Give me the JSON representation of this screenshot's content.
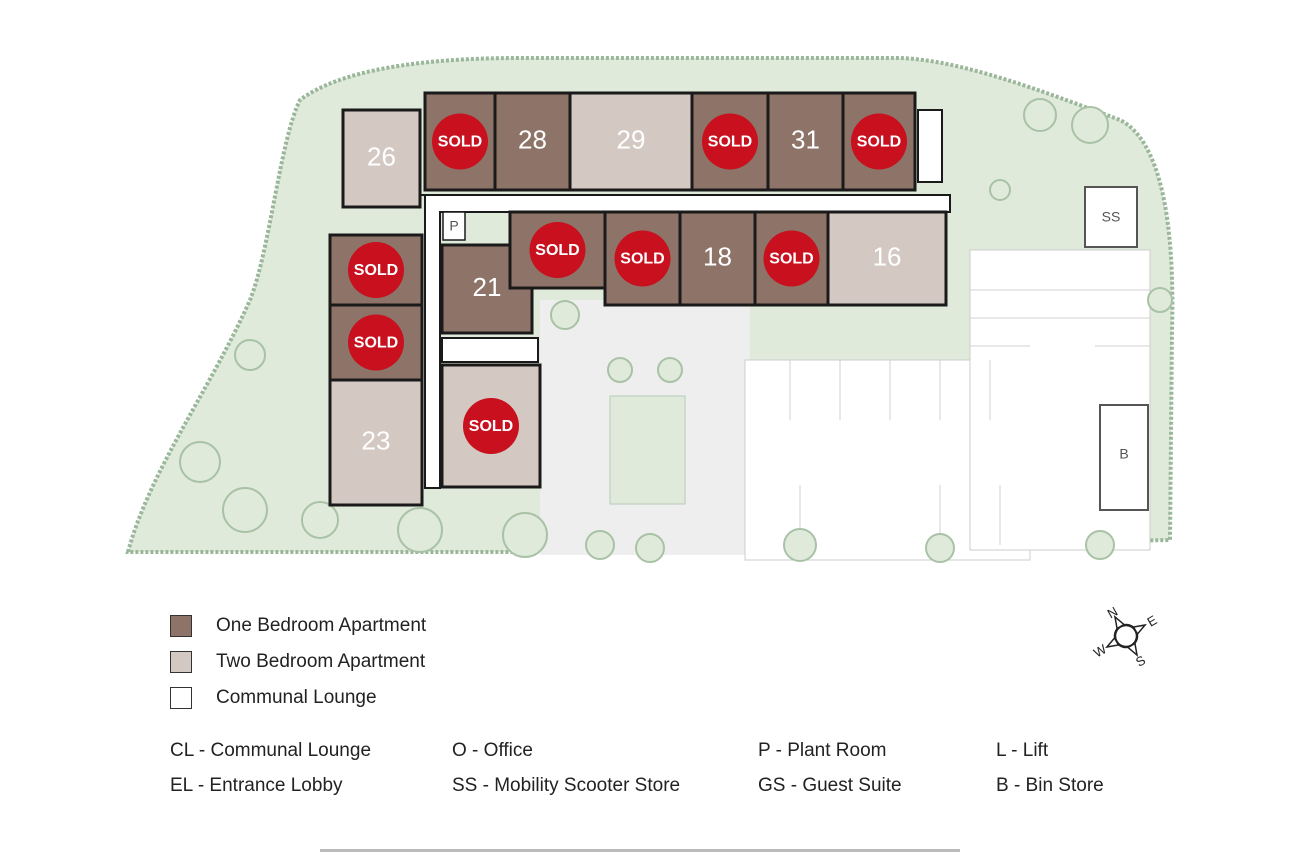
{
  "colors": {
    "one_bedroom": "#8e7468",
    "two_bedroom": "#d4c8c2",
    "communal": "#ffffff",
    "grass": "#dfeadb",
    "sold_badge": "#c8101e",
    "wall": "#1a1a1a",
    "paving": "#eeeeee"
  },
  "units": [
    {
      "id": "26",
      "label": "26",
      "type": "two-bedroom",
      "sold": false
    },
    {
      "id": "27",
      "label": "",
      "type": "one-bedroom",
      "sold": true
    },
    {
      "id": "28",
      "label": "28",
      "type": "one-bedroom",
      "sold": false
    },
    {
      "id": "29",
      "label": "29",
      "type": "two-bedroom",
      "sold": false
    },
    {
      "id": "30",
      "label": "",
      "type": "one-bedroom",
      "sold": true
    },
    {
      "id": "31",
      "label": "31",
      "type": "one-bedroom",
      "sold": false
    },
    {
      "id": "32",
      "label": "",
      "type": "one-bedroom",
      "sold": true
    },
    {
      "id": "25",
      "label": "",
      "type": "one-bedroom",
      "sold": true
    },
    {
      "id": "24",
      "label": "",
      "type": "one-bedroom",
      "sold": true
    },
    {
      "id": "23",
      "label": "23",
      "type": "two-bedroom",
      "sold": false
    },
    {
      "id": "21",
      "label": "21",
      "type": "one-bedroom",
      "sold": false
    },
    {
      "id": "22",
      "label": "",
      "type": "two-bedroom",
      "sold": true
    },
    {
      "id": "20",
      "label": "",
      "type": "one-bedroom",
      "sold": true
    },
    {
      "id": "19",
      "label": "",
      "type": "one-bedroom",
      "sold": true
    },
    {
      "id": "18",
      "label": "18",
      "type": "one-bedroom",
      "sold": false
    },
    {
      "id": "17",
      "label": "",
      "type": "one-bedroom",
      "sold": true
    },
    {
      "id": "16",
      "label": "16",
      "type": "two-bedroom",
      "sold": false
    }
  ],
  "sold_text": "SOLD",
  "plan_labels": {
    "plant_room": "P",
    "scooter_store": "SS",
    "bin_store": "B"
  },
  "legend": [
    {
      "label": "One Bedroom Apartment",
      "color_key": "one_bedroom"
    },
    {
      "label": "Two Bedroom Apartment",
      "color_key": "two_bedroom"
    },
    {
      "label": "Communal Lounge",
      "color_key": "communal"
    }
  ],
  "key": [
    "CL - Communal Lounge",
    "EL - Entrance Lobby",
    "O - Office",
    "SS - Mobility Scooter Store",
    "P - Plant Room",
    "GS - Guest Suite",
    "L - Lift",
    "B - Bin Store"
  ],
  "compass": {
    "n": "N",
    "e": "E",
    "s": "S",
    "w": "W"
  }
}
